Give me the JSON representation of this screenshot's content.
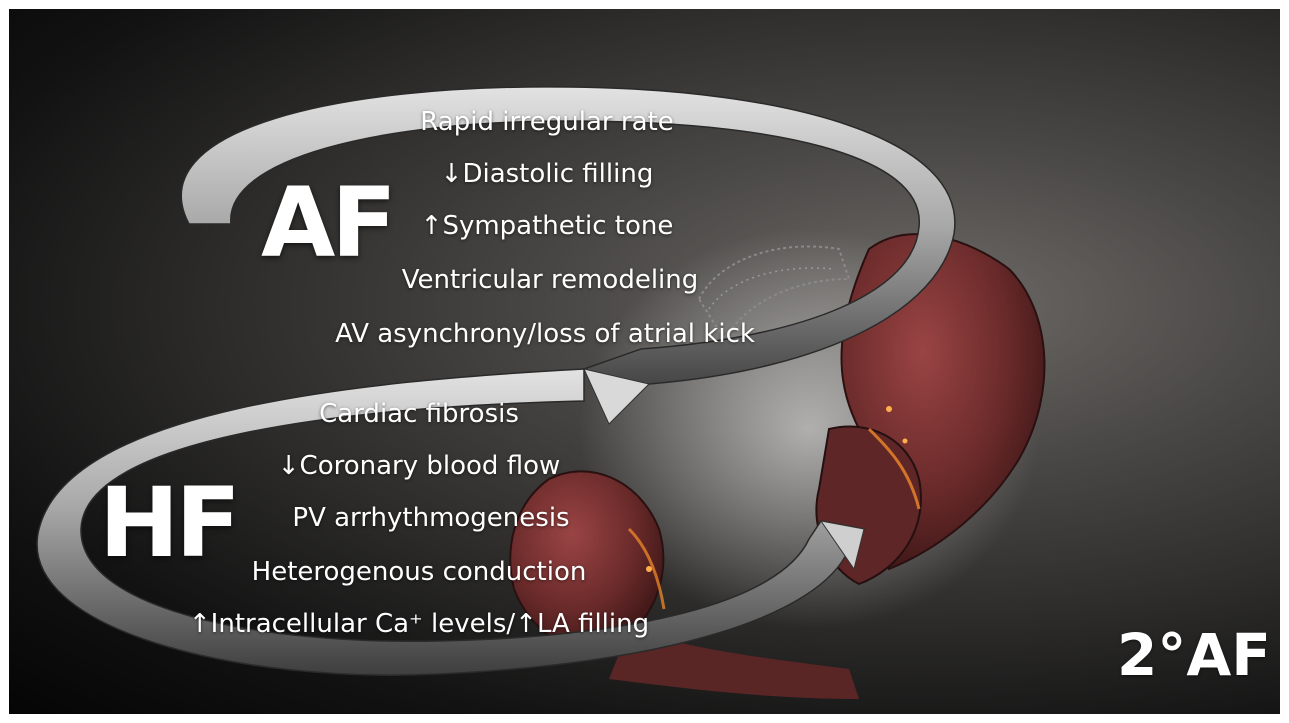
{
  "af_loop": {
    "label": "AF",
    "items": [
      "Rapid irregular rate",
      "↓Diastolic filling",
      "↑Sympathetic tone",
      "Ventricular remodeling",
      "AV asynchrony/loss of atrial kick"
    ]
  },
  "hf_loop": {
    "label": "HF",
    "items": [
      "Cardiac fibrosis",
      "↓Coronary blood flow",
      "PV arrhythmogenesis",
      "Heterogenous conduction",
      "↑Intracellular Ca⁺ levels/↑LA filling"
    ]
  },
  "corner_label": "2°AF",
  "colors": {
    "text": "#ffffff",
    "arrow_light": "#c9c9c9",
    "arrow_dark": "#4a4a4a",
    "heart": "#7a3232",
    "embers": "#f08a2a"
  },
  "icons": [
    "broken-heart-illustration",
    "cycle-arrow"
  ]
}
